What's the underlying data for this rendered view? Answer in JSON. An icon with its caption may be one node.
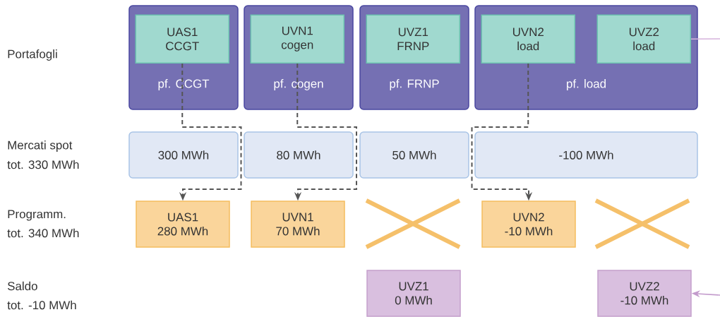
{
  "diagram": {
    "nodes": [
      {
        "text": [
          "pf. CCGT"
        ]
      },
      {
        "text": [
          "UAS1",
          "CCGT"
        ],
        "in": 0
      },
      {
        "text": [
          "pf. cogen"
        ]
      },
      {
        "text": [
          "UVN1",
          "cogen"
        ],
        "in": 2
      },
      {
        "text": [
          "pf. FRNP"
        ]
      },
      {
        "text": [
          "UVZ1",
          "FRNP"
        ],
        "in": 4
      },
      {
        "text": [
          "pf. load"
        ]
      },
      {
        "text": [
          "UVN2",
          "load"
        ],
        "in": 6
      },
      {
        "text": [
          "UVZ2",
          "load"
        ],
        "in": 6
      },
      {
        "text": [
          "300 MWh"
        ]
      },
      {
        "text": [
          "80 MWh"
        ]
      },
      {
        "text": [
          "50 MWh"
        ]
      },
      {
        "text": [
          "-100 MWh"
        ]
      },
      {
        "text": [
          "UAS1",
          "280 MWh"
        ]
      },
      {
        "text": [
          "UVN1",
          "70 MWh"
        ]
      },
      {
        "text": [
          "UVN2",
          "-10 MWh"
        ]
      },
      {
        "text": [
          "UVZ1",
          "0 MWh"
        ]
      },
      {
        "text": [
          "UVZ2",
          "-10 MWh"
        ]
      }
    ],
    "edges": [
      {
        "from": 1,
        "to": 13,
        "arrow": "to",
        "style": "dashed"
      },
      {
        "from": 3,
        "to": 14,
        "arrow": "to",
        "style": "dashed"
      },
      {
        "from": 7,
        "to": 15,
        "arrow": "to",
        "style": "dashed"
      },
      {
        "from": 8,
        "to": null,
        "arrow": "none",
        "color": "#d6b3dc"
      },
      {
        "from": null,
        "to": 17,
        "arrow": "to",
        "color": "#c39bcc"
      }
    ],
    "labels": [
      "Portafogli",
      "Mercati spot",
      "tot. 330 MWh",
      "Programm.",
      "tot. 340 MWh",
      "Saldo",
      "tot. -10 MWh"
    ]
  }
}
